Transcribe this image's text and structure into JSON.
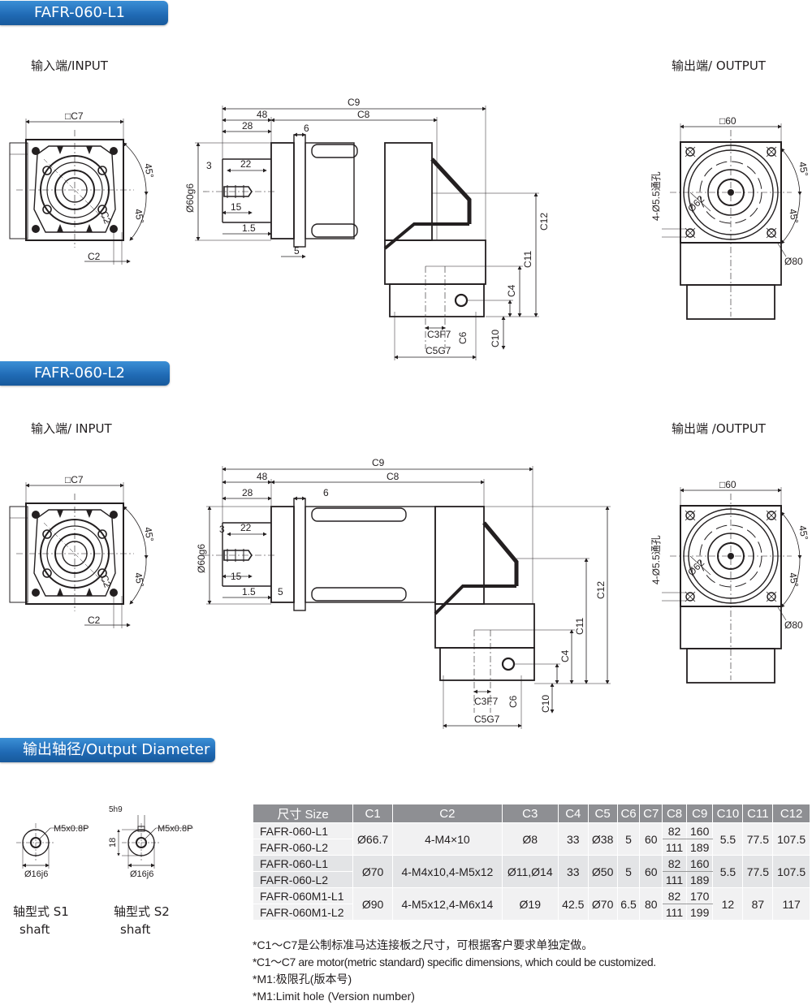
{
  "sections": {
    "l1_title": "FAFR-060-L1",
    "l2_title": "FAFR-060-L2",
    "shaft_title": "输出轴径/Output Diameter"
  },
  "views": {
    "l1_input": "输入端/INPUT",
    "l1_output": "输出端/ OUTPUT",
    "l2_input": "输入端/ INPUT",
    "l2_output": "输出端 /OUTPUT"
  },
  "dims": {
    "sq_c7": "□C7",
    "c2": "C2",
    "deg45": "45°",
    "c9": "C9",
    "d48": "48",
    "c8": "C8",
    "d28": "28",
    "d6": "6",
    "d3": "3",
    "d22": "22",
    "d60g6": "Ø60g6",
    "d15": "15",
    "d1_5": "1.5",
    "d5": "5",
    "c12": "C12",
    "c11": "C11",
    "c4": "C4",
    "c3f7": "C3F7",
    "c6": "C6",
    "c10": "C10",
    "c5g7": "C5G7",
    "sq60": "□60",
    "holes": "4-Ø5.5通孔",
    "d62": "Ø62",
    "d80": "Ø80"
  },
  "shafts": {
    "thread": "M5x0.8P",
    "dia": "Ø16j6",
    "key": "5h9",
    "h18": "18",
    "s1_label": "轴型式 S1",
    "s1_sub": "shaft",
    "s2_label": "轴型式 S2",
    "s2_sub": "shaft"
  },
  "table": {
    "headers": [
      "尺寸 Size",
      "C1",
      "C2",
      "C3",
      "C4",
      "C5",
      "C6",
      "C7",
      "C8",
      "C9",
      "C10",
      "C11",
      "C12"
    ],
    "groups": [
      {
        "models": [
          "FAFR-060-L1",
          "FAFR-060-L2"
        ],
        "c1": "Ø66.7",
        "c2": "4-M4×10",
        "c3": "Ø8",
        "c4": "33",
        "c5": "Ø38",
        "c6": "5",
        "c7": "60",
        "c8": [
          "82",
          "111"
        ],
        "c9": [
          "160",
          "189"
        ],
        "c10": "5.5",
        "c11": "77.5",
        "c12": "107.5"
      },
      {
        "models": [
          "FAFR-060-L1",
          "FAFR-060-L2"
        ],
        "c1": "Ø70",
        "c2": "4-M4x10,4-M5x12",
        "c3": "Ø11,Ø14",
        "c4": "33",
        "c5": "Ø50",
        "c6": "5",
        "c7": "60",
        "c8": [
          "82",
          "111"
        ],
        "c9": [
          "160",
          "189"
        ],
        "c10": "5.5",
        "c11": "77.5",
        "c12": "107.5"
      },
      {
        "models": [
          "FAFR-060M1-L1",
          "FAFR-060M1-L2"
        ],
        "c1": "Ø90",
        "c2": "4-M5x12,4-M6x14",
        "c3": "Ø19",
        "c4": "42.5",
        "c5": "Ø70",
        "c6": "6.5",
        "c7": "80",
        "c8": [
          "82",
          "111"
        ],
        "c9": [
          "170",
          "199"
        ],
        "c10": "12",
        "c11": "87",
        "c12": "117"
      }
    ]
  },
  "notes": [
    "*C1～C7是公制标准马达连接板之尺寸，可根据客户要求单独定做。",
    "*C1～C7 are motor(metric standard) specific dimensions, which could be customized.",
    "*M1:极限孔(版本号)",
    "*M1:Limit hole (Version number)"
  ],
  "colors": {
    "banner": "#1f69b3",
    "table_header": "#8e8f93"
  }
}
